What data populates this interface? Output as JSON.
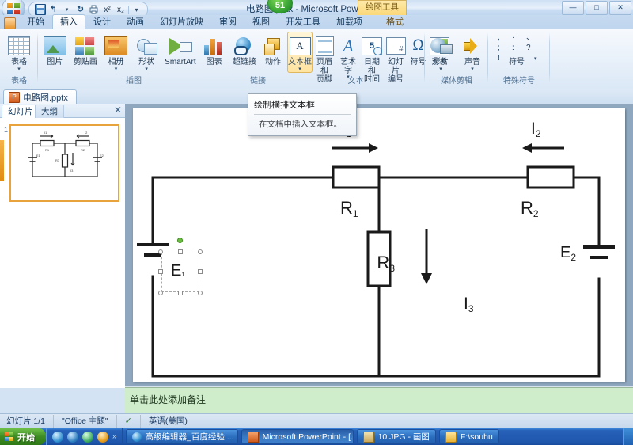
{
  "window": {
    "title": "电路图.pptx - Microsoft PowerPoint",
    "badge": "51",
    "minimize": "—",
    "maximize": "□",
    "close": "✕"
  },
  "quick_access": {
    "save": "save-icon",
    "undo": "↰",
    "redo": "↻",
    "print_preview": "print-icon",
    "superscript": "x²",
    "subscript": "x₂",
    "more": "▾"
  },
  "contextual": {
    "label": "绘图工具"
  },
  "tabs": [
    {
      "label": "开始",
      "active": false
    },
    {
      "label": "插入",
      "active": true
    },
    {
      "label": "设计",
      "active": false
    },
    {
      "label": "动画",
      "active": false
    },
    {
      "label": "幻灯片放映",
      "active": false
    },
    {
      "label": "审阅",
      "active": false
    },
    {
      "label": "视图",
      "active": false
    },
    {
      "label": "开发工具",
      "active": false
    },
    {
      "label": "加载项",
      "active": false
    },
    {
      "label": "格式",
      "active": false,
      "contextual": true
    }
  ],
  "ribbon": {
    "groups": [
      {
        "name": "表格",
        "items": [
          {
            "label": "表格",
            "icon": "table-icon",
            "dropdown": true
          }
        ]
      },
      {
        "name": "插图",
        "items": [
          {
            "label": "图片",
            "icon": "picture-icon",
            "dropdown": false
          },
          {
            "label": "剪贴画",
            "icon": "clipart-icon",
            "dropdown": false
          },
          {
            "label": "相册",
            "icon": "photo-album-icon",
            "dropdown": true
          },
          {
            "label": "形状",
            "icon": "shapes-icon",
            "dropdown": true
          },
          {
            "label": "SmartArt",
            "icon": "smartart-icon",
            "dropdown": false
          },
          {
            "label": "图表",
            "icon": "chart-icon",
            "dropdown": false
          }
        ]
      },
      {
        "name": "链接",
        "items": [
          {
            "label": "超链接",
            "icon": "hyperlink-icon",
            "dropdown": false
          },
          {
            "label": "动作",
            "icon": "action-icon",
            "dropdown": false
          }
        ]
      },
      {
        "name": "文本",
        "items": [
          {
            "label": "文本框",
            "icon": "textbox-icon",
            "dropdown": true,
            "selected": true
          },
          {
            "label": "页眉和\n页脚",
            "icon": "header-footer-icon",
            "dropdown": false
          },
          {
            "label": "艺术字",
            "icon": "wordart-icon",
            "dropdown": true
          },
          {
            "label": "日期和\n时间",
            "icon": "date-time-icon",
            "dropdown": false
          },
          {
            "label": "幻灯片\n编号",
            "icon": "slide-number-icon",
            "dropdown": false
          },
          {
            "label": "符号",
            "icon": "symbol-icon",
            "dropdown": false
          },
          {
            "label": "对象",
            "icon": "object-icon",
            "dropdown": false
          }
        ]
      },
      {
        "name": "媒体剪辑",
        "items": [
          {
            "label": "影片",
            "icon": "movie-icon",
            "dropdown": true
          },
          {
            "label": "声音",
            "icon": "sound-icon",
            "dropdown": true
          }
        ]
      },
      {
        "name": "特殊符号",
        "items": [
          {
            "label": "符号",
            "icon": "special-symbol-icon",
            "dropdown": true
          }
        ]
      }
    ],
    "textbox_label": "文本框",
    "header_footer_label": "页眉和",
    "header_footer_label2": "页脚",
    "wordart_label": "艺术字",
    "date_label": "日期和",
    "date_label2": "时间",
    "slidenum_label": "幻灯片",
    "slidenum_label2": "编号",
    "symbol_label": "符号",
    "object_label": "对象",
    "movie_label": "影片",
    "sound_label": "声音",
    "special_label": "符号",
    "date_icon_text": "5",
    "textbox_icon_text": "A",
    "wordart_icon_text": "A",
    "omega": "Ω"
  },
  "doctab": {
    "label": "电路图.pptx",
    "icon_text": "P"
  },
  "left_pane": {
    "tab_slides": "幻灯片",
    "tab_outline": "大纲",
    "close": "✕",
    "slide_number": "1"
  },
  "tooltip": {
    "title": "绘制横排文本框",
    "body": "在文档中插入文本框。"
  },
  "slide": {
    "labels": {
      "i1": "I",
      "i1_sub": "1",
      "i2": "I",
      "i2_sub": "2",
      "i3": "I",
      "i3_sub": "3",
      "r1": "R",
      "r1_sub": "1",
      "r2": "R",
      "r2_sub": "2",
      "r3": "R",
      "r3_sub": "3",
      "e1": "E",
      "e1_sub": "1",
      "e2": "E",
      "e2_sub": "2"
    },
    "selected_shape": "E₁"
  },
  "notes": {
    "placeholder": "单击此处添加备注"
  },
  "status_bar": {
    "slide_count": "幻灯片 1/1",
    "theme": "\"Office 主题\"",
    "spell_icon": "✓",
    "language": "英语(美国)"
  },
  "taskbar": {
    "start": "开始",
    "quick_launch": [
      "show-desktop-icon",
      "internet-explorer-icon",
      "browser-icon",
      "qq-icon"
    ],
    "chevron": "»",
    "buttons": [
      {
        "label": "高级编辑器_百度经验 ...",
        "icon": "ie-icon",
        "pressed": false
      },
      {
        "label": "Microsoft PowerPoint - [...",
        "icon": "powerpoint-icon",
        "pressed": true
      },
      {
        "label": "10.JPG - 画图",
        "icon": "paint-icon",
        "pressed": false
      },
      {
        "label": "F:\\souhu",
        "icon": "folder-icon",
        "pressed": false
      }
    ]
  }
}
